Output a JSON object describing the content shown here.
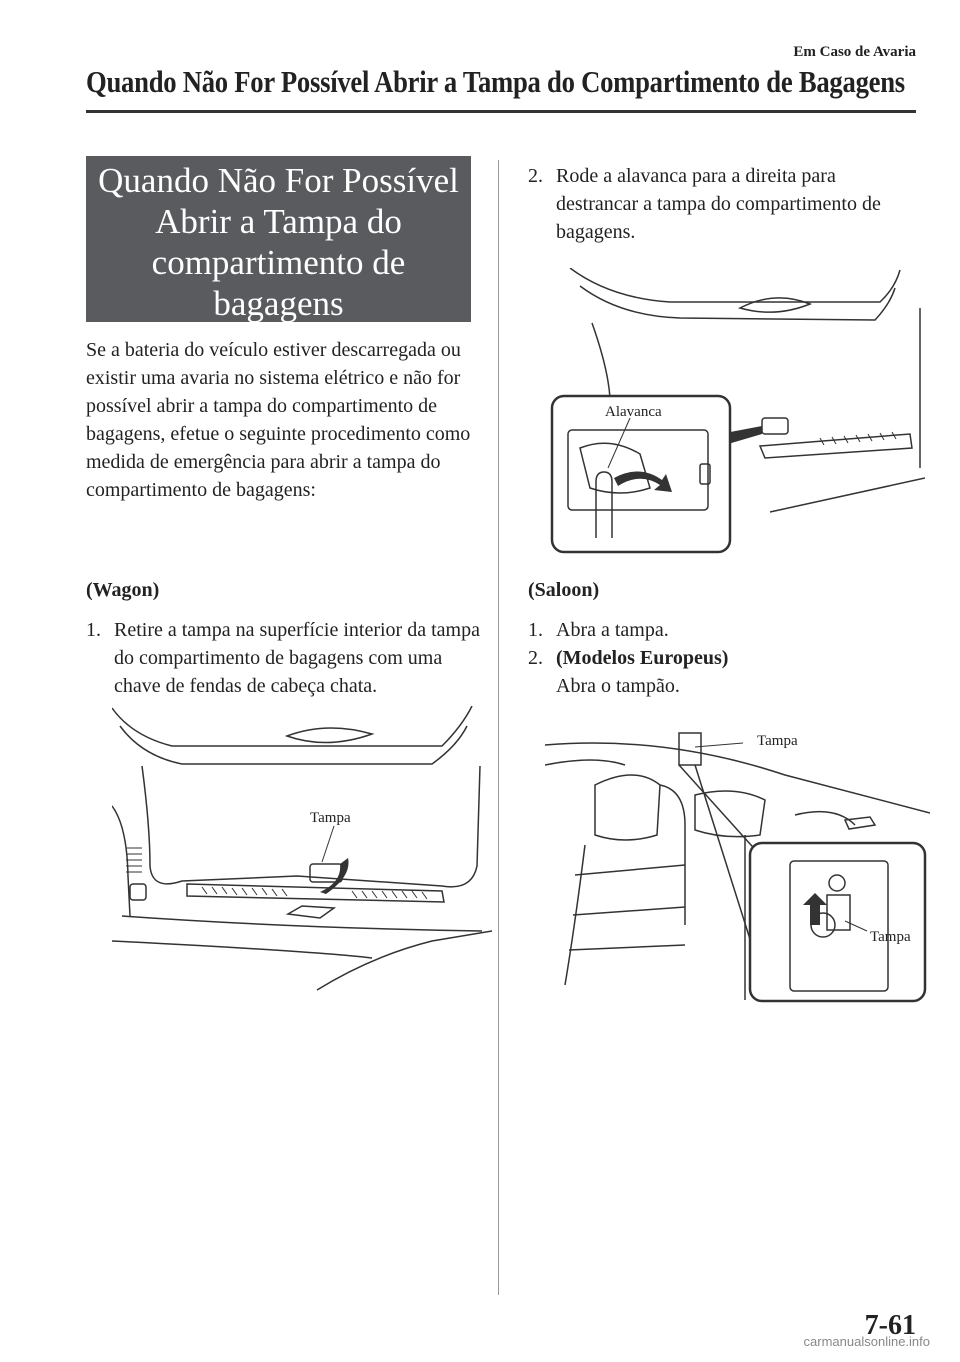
{
  "header": {
    "section": "Em Caso de Avaria",
    "title": "Quando Não For Possível Abrir a Tampa do Compartimento de Bagagens"
  },
  "heading_box": {
    "lines": [
      "Quando Não For Possível",
      "Abrir a Tampa do",
      "compartimento de",
      "bagagens"
    ]
  },
  "intro": "Se a bateria do veículo estiver descarregada ou existir uma avaria no sistema elétrico e não for possível abrir a tampa do compartimento de bagagens, efetue o seguinte procedimento como medida de emergência para abrir a tampa do compartimento de bagagens:",
  "wagon": {
    "label": "(Wagon)",
    "step1": {
      "num": "1.",
      "text": "Retire a tampa na superfície interior da tampa do compartimento de bagagens com uma chave de fendas de cabeça chata."
    },
    "step2": {
      "num": "2.",
      "text": "Rode a alavanca para a direita para destrancar a tampa do compartimento de bagagens."
    },
    "figure1_label": "Tampa",
    "figure2_label": "Alavanca"
  },
  "saloon": {
    "label": "(Saloon)",
    "step1": {
      "num": "1.",
      "text": "Abra a tampa."
    },
    "step2": {
      "num": "2.",
      "bold": "(Modelos Europeus)",
      "text": "Abra o tampão."
    },
    "figure_label_top": "Tampa",
    "figure_label_inset": "Tampa"
  },
  "page_number": "7-61",
  "watermark": "carmanualsonline.info"
}
